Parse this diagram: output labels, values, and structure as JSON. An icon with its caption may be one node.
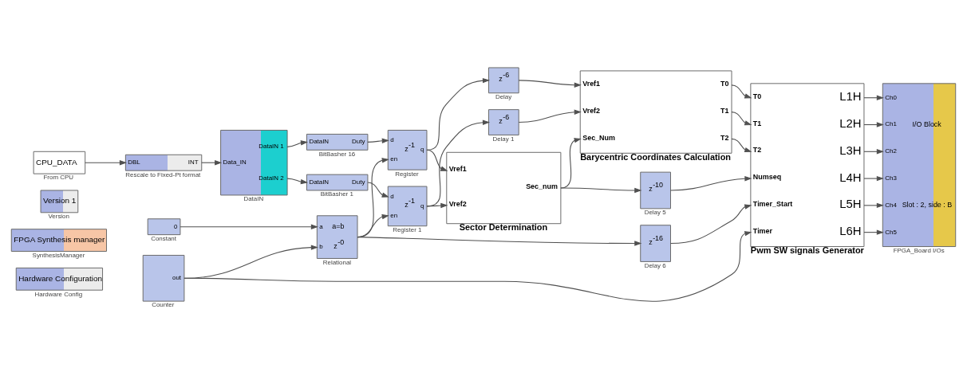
{
  "diagram": {
    "nodes": [
      {
        "text": [
          "CPU_DATA"
        ],
        "beside": [
          "From CPU"
        ]
      },
      {
        "text": [
          "DBL",
          "INT"
        ],
        "beside": [
          "Rescale to Fixed-Pt format"
        ]
      },
      {
        "text": [
          "DataIN 1",
          "Data_IN",
          "DataIN 2"
        ],
        "beside": [
          "DataIN"
        ]
      },
      {
        "text": [
          "DataIN",
          "Duty"
        ],
        "beside": [
          "BitBasher 16"
        ]
      },
      {
        "text": [
          "DataIN",
          "Duty"
        ],
        "beside": [
          "BitBasher 1"
        ]
      },
      {
        "text": [
          "d",
          "en",
          "z$^{-1}$",
          "q"
        ],
        "beside": [
          "Register"
        ]
      },
      {
        "text": [
          "d",
          "en",
          "z$^{-1}$",
          "q"
        ],
        "beside": [
          "Register 1"
        ]
      },
      {
        "text": [
          "z$^{-6}$"
        ],
        "beside": [
          "Delay"
        ]
      },
      {
        "text": [
          "z$^{-6}$"
        ],
        "beside": [
          "Delay 1"
        ]
      },
      {
        "text": [
          "Vref1",
          "Vref2",
          "Sec_num"
        ],
        "beside": [
          "Sector Determination"
        ]
      },
      {
        "text": [
          "Vref1",
          "Vref2",
          "Sec_Num",
          "T0",
          "T1",
          "T2"
        ],
        "beside": [
          "Barycentric Coordinates Calculation"
        ]
      },
      {
        "text": [
          "z$^{-10}$"
        ],
        "beside": [
          "Delay 5"
        ]
      },
      {
        "text": [
          "z$^{-16}$"
        ],
        "beside": [
          "Delay 6"
        ]
      },
      {
        "text": [
          "T0",
          "T1",
          "T2",
          "Numseq",
          "Timer_Start",
          "Timer",
          "L1H",
          "L2H",
          "L3H",
          "L4H",
          "L5H",
          "L6H"
        ],
        "beside": [
          "Pwm SW signals Generator"
        ]
      },
      {
        "text": [
          "Ch0",
          "Ch1",
          "Ch2",
          "Ch3",
          "Ch4",
          "Ch5",
          "I/O Block",
          "Slot : 2, side : B"
        ],
        "beside": [
          "FPGA_Board I/Os"
        ]
      },
      {
        "text": [
          "out"
        ],
        "beside": [
          "Counter"
        ]
      },
      {
        "text": [
          "0"
        ],
        "beside": [
          "Constant"
        ]
      },
      {
        "text": [
          "a",
          "b",
          "a=b",
          "z$^{-0}$"
        ],
        "beside": [
          "Relational"
        ]
      },
      {
        "text": [
          "Version 1"
        ],
        "beside": [
          "Version"
        ]
      },
      {
        "text": [
          "FPGA Synthesis manager"
        ],
        "beside": [
          "SynthesisManager"
        ]
      },
      {
        "text": [
          "Hardware Configuration"
        ],
        "beside": [
          "Hardware Config"
        ]
      }
    ],
    "edges": [
      {
        "from": 0,
        "to": 1,
        "arrow": "to"
      },
      {
        "from": 1,
        "to": 2,
        "arrow": "to"
      },
      {
        "from": 2,
        "to": 3,
        "arrow": "to"
      },
      {
        "from": 2,
        "to": 4,
        "arrow": "to"
      },
      {
        "from": 3,
        "to": 5,
        "arrow": "to"
      },
      {
        "from": 4,
        "to": 6,
        "arrow": "to"
      },
      {
        "from": 5,
        "to": 9,
        "arrow": "to"
      },
      {
        "from": 5,
        "to": 7,
        "arrow": "to"
      },
      {
        "from": 6,
        "to": 9,
        "arrow": "to"
      },
      {
        "from": 6,
        "to": 8,
        "arrow": "to"
      },
      {
        "from": 7,
        "to": 10,
        "arrow": "to"
      },
      {
        "from": 8,
        "to": 10,
        "arrow": "to"
      },
      {
        "from": 9,
        "to": 10,
        "arrow": "to"
      },
      {
        "from": 9,
        "to": 11,
        "arrow": "to"
      },
      {
        "from": 10,
        "to": 13,
        "arrow": "to"
      },
      {
        "from": 10,
        "to": 13,
        "arrow": "to"
      },
      {
        "from": 10,
        "to": 13,
        "arrow": "to"
      },
      {
        "from": 11,
        "to": 13,
        "arrow": "to"
      },
      {
        "from": 12,
        "to": 13,
        "arrow": "to"
      },
      {
        "from": 17,
        "to": 12,
        "arrow": "to"
      },
      {
        "from": 17,
        "to": 5,
        "arrow": "to"
      },
      {
        "from": 17,
        "to": 6,
        "arrow": "to"
      },
      {
        "from": 15,
        "to": 17,
        "arrow": "to"
      },
      {
        "from": 15,
        "to": 13,
        "arrow": "to"
      },
      {
        "from": 16,
        "to": 17,
        "arrow": "to"
      },
      {
        "from": 13,
        "to": 14,
        "arrow": "to"
      },
      {
        "from": 13,
        "to": 14,
        "arrow": "to"
      },
      {
        "from": 13,
        "to": 14,
        "arrow": "to"
      },
      {
        "from": 13,
        "to": 14,
        "arrow": "to"
      },
      {
        "from": 13,
        "to": 14,
        "arrow": "to"
      },
      {
        "from": 13,
        "to": 14,
        "arrow": "to"
      }
    ]
  }
}
